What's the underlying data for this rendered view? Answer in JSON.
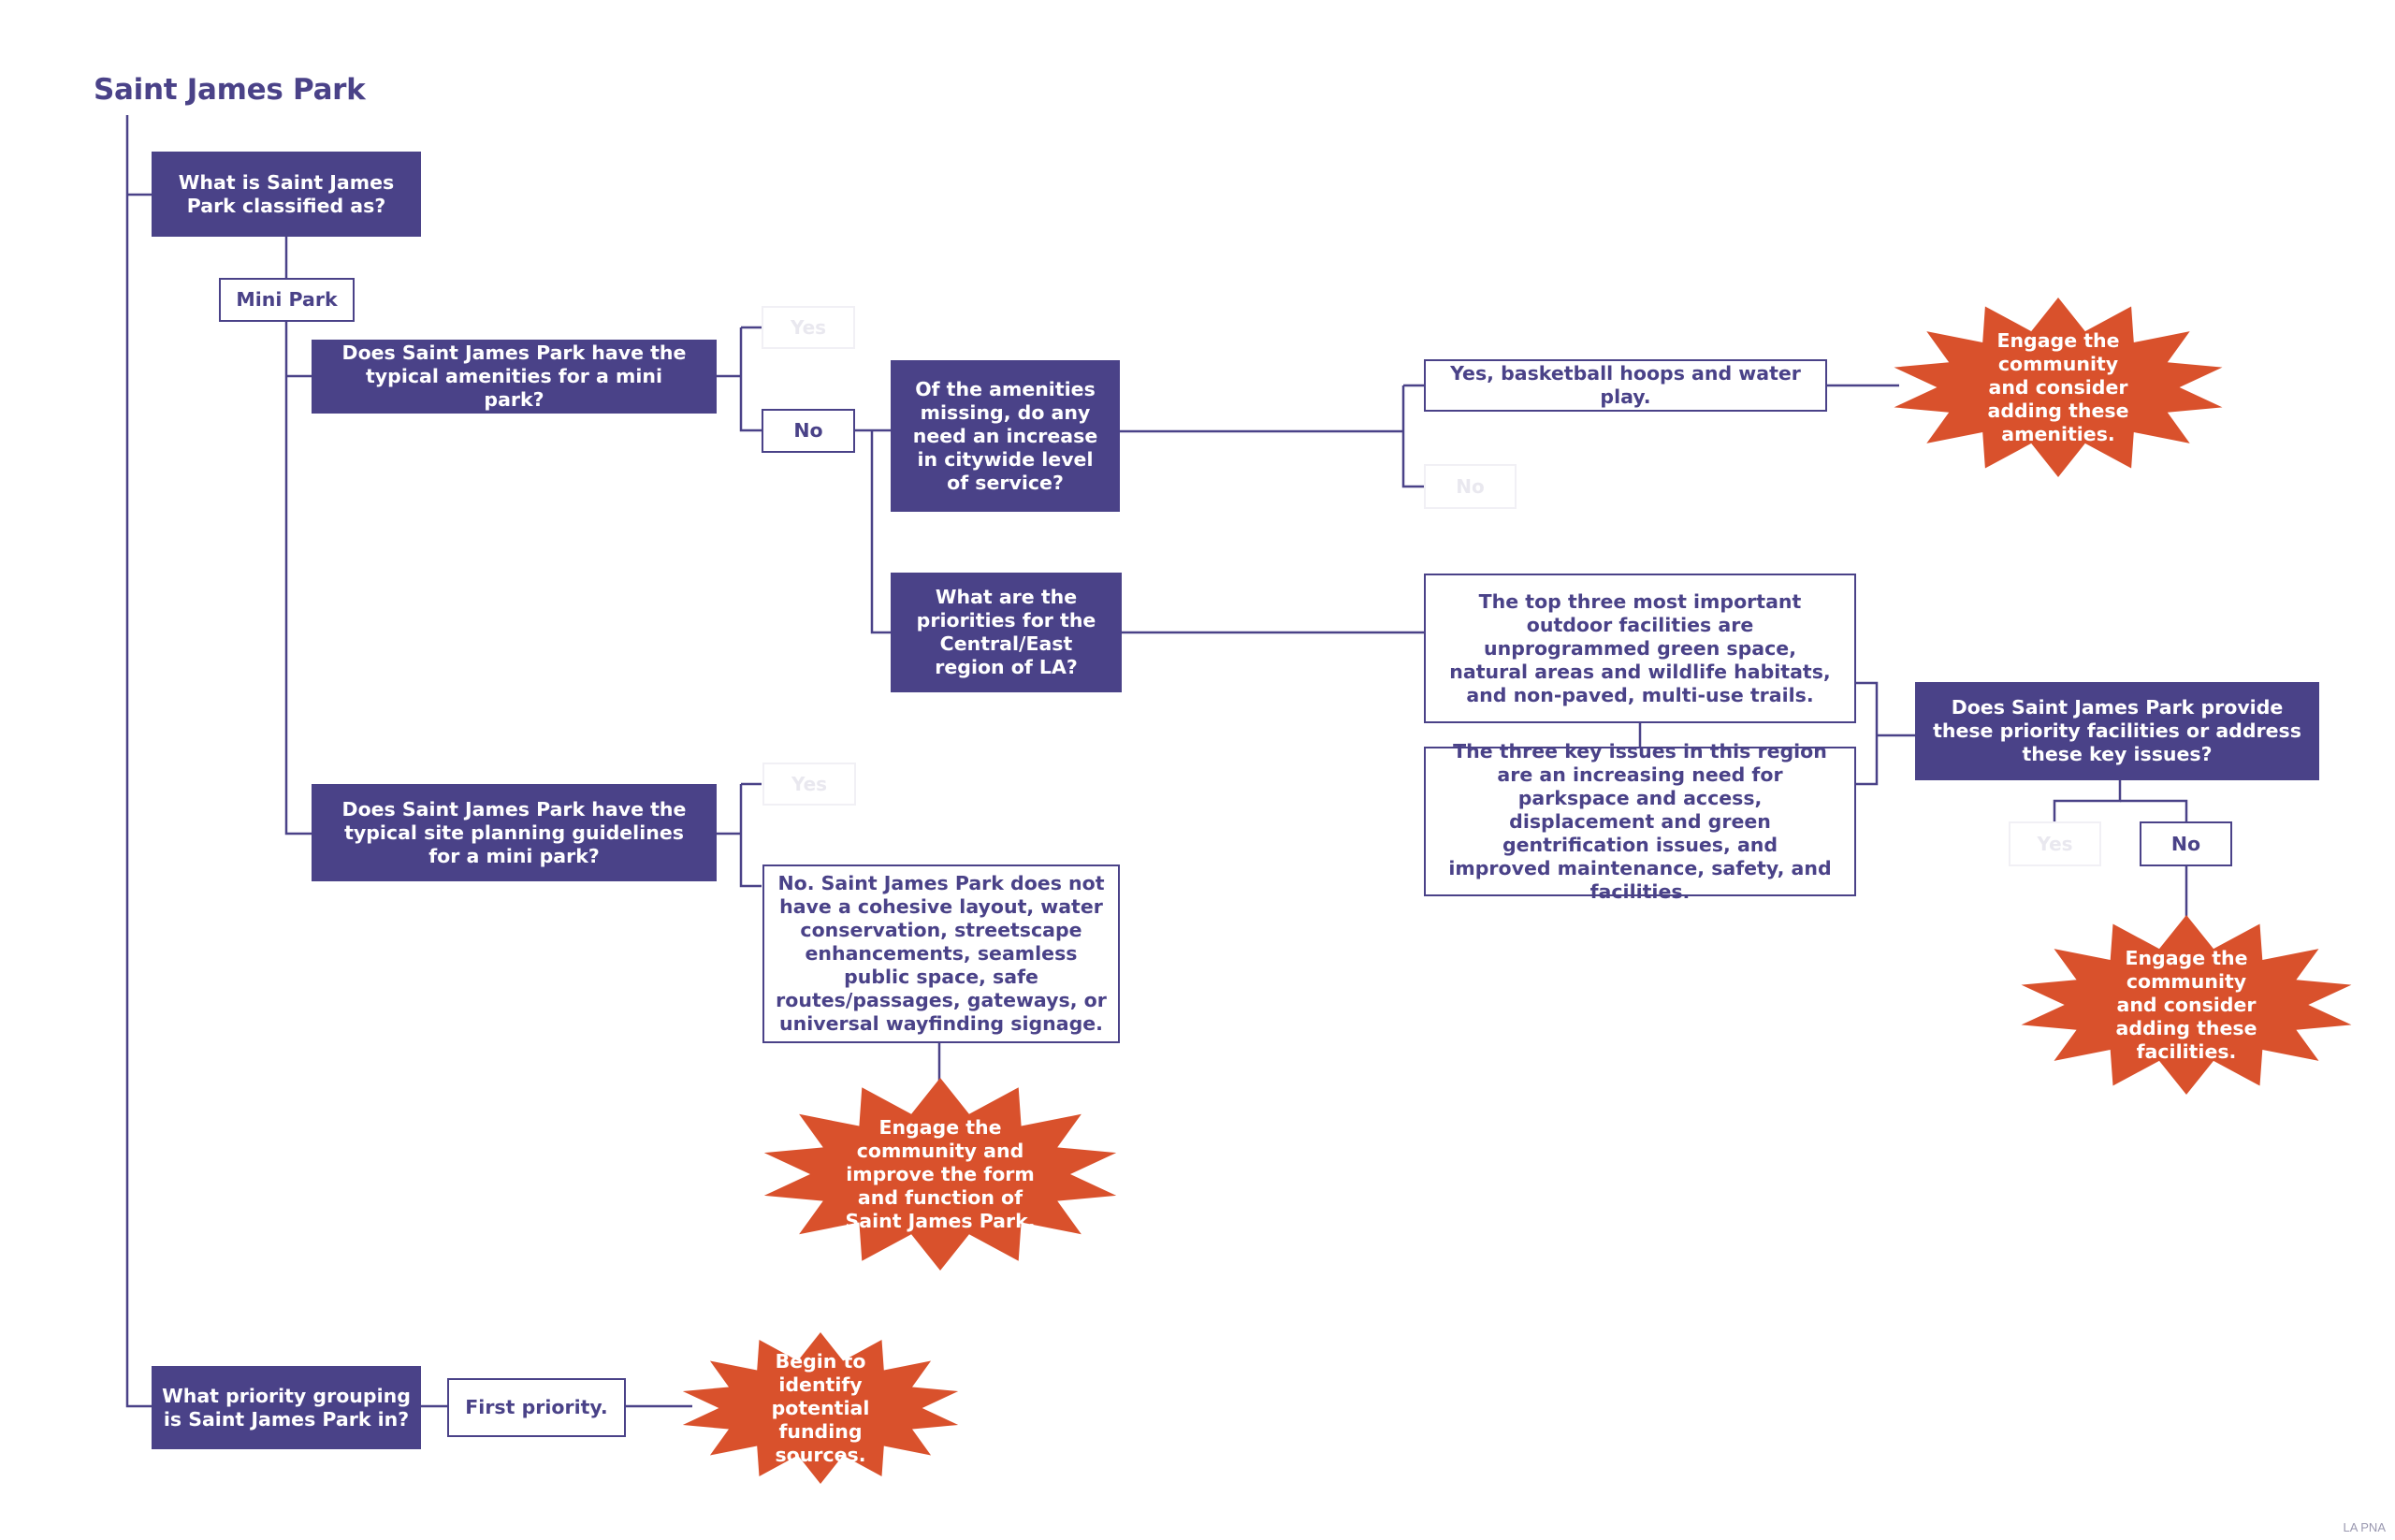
{
  "title": "Saint James Park",
  "nodes": {
    "q_classification": "What is Saint James Park classified as?",
    "a_mini_park": "Mini Park",
    "q_amenities": "Does Saint James Park have the typical amenities for a mini park?",
    "a_amenities_yes": "Yes",
    "a_amenities_no": "No",
    "q_missing_amenities": "Of the amenities missing, do any need an increase in citywide level of service?",
    "a_basketball": "Yes, basketball hoops and water play.",
    "a_missing_no": "No",
    "r_engage_amenities": "Engage the community and consider adding these amenities.",
    "q_priorities": "What are the priorities for the Central/East region of LA?",
    "a_top_three": "The top three most important outdoor facilities are unprogrammed green space, natural areas and wildlife habitats, and non-paved, multi-use trails.",
    "a_key_issues": "The three key issues in this region are an increasing need for parkspace and access, displacement and green gentrification issues, and improved maintenance, safety, and facilities.",
    "q_provide_facilities": "Does Saint James Park provide these priority facilities or address these key issues?",
    "a_provide_yes": "Yes",
    "a_provide_no": "No",
    "r_engage_facilities": "Engage the community and consider adding these facilities.",
    "q_site_planning": "Does Saint James Park have the typical site planning guidelines for a mini park?",
    "a_site_yes": "Yes",
    "a_site_no": "No. Saint James Park does not have a cohesive layout, water conservation, streetscape enhancements, seamless public space, safe routes/passages, gateways, or universal wayfinding signage.",
    "r_engage_form": "Engage the community and improve the form and function of Saint James Park.",
    "q_priority_group": "What priority grouping is Saint James Park in?",
    "a_first_priority": "First priority.",
    "r_funding": "Begin to identify potential funding sources."
  },
  "footer": "LA PNA",
  "colors": {
    "question_fill": "#4a4288",
    "answer_stroke": "#4a4288",
    "result_burst": "#d9512c",
    "ghost": "#eeedf3"
  }
}
